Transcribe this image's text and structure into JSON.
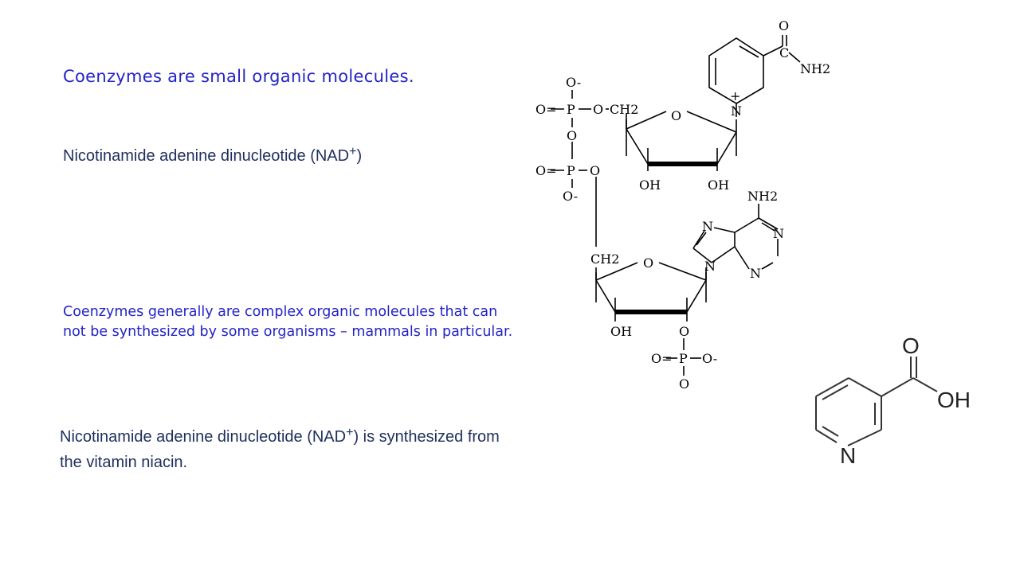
{
  "slide": {
    "title": "Coenzymes are small organic molecules.",
    "nad_label": {
      "prefix": "Nicotinamide adenine dinucleotide (NAD",
      "sup": "+",
      "suffix": ")"
    },
    "coenzymes_general": "Coenzymes generally are complex organic molecules that can not be synthesized by some organisms – mammals in particular.",
    "nad_synthesis": {
      "prefix": "Nicotinamide adenine dinucleotide (NAD",
      "sup": "+",
      "suffix": ") is synthesized from the vitamin niacin."
    }
  },
  "nad_structure": {
    "labels": {
      "o_minus_top": "O-",
      "o_eq": "O=",
      "p": "P",
      "o_bridge": "O",
      "ch2": "CH2",
      "ring_o": "O",
      "oh": "OH",
      "nh2": "NH2",
      "n": "N",
      "plus": "+",
      "o_minus": "O-",
      "o_carbonyl": "O",
      "c": "C"
    }
  },
  "niacin_structure": {
    "labels": {
      "o": "O",
      "oh": "OH",
      "n": "N"
    }
  }
}
